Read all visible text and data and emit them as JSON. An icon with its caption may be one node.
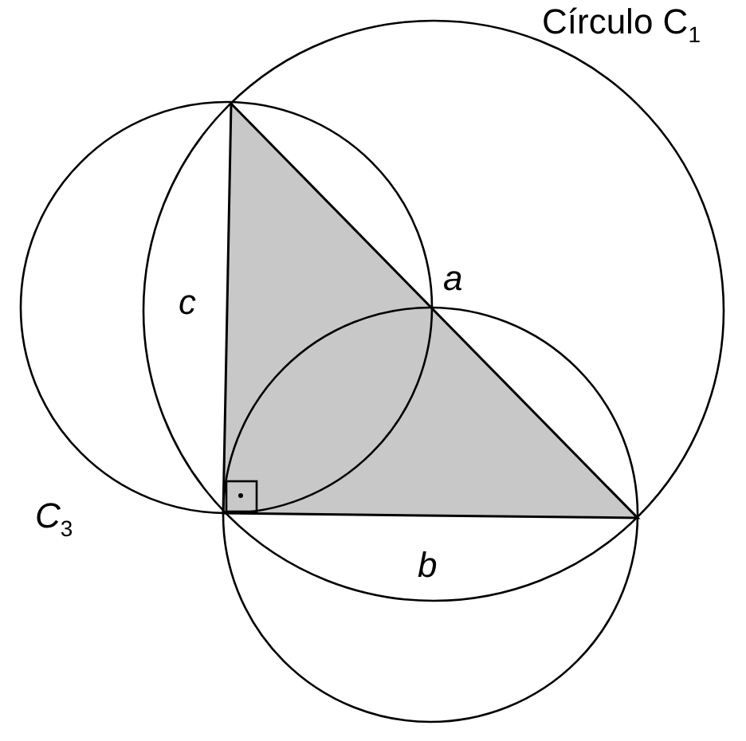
{
  "diagram": {
    "labels": [
      "Círculo C$_{1}$",
      "c",
      "a",
      "C$_{3}$",
      "b"
    ]
  }
}
